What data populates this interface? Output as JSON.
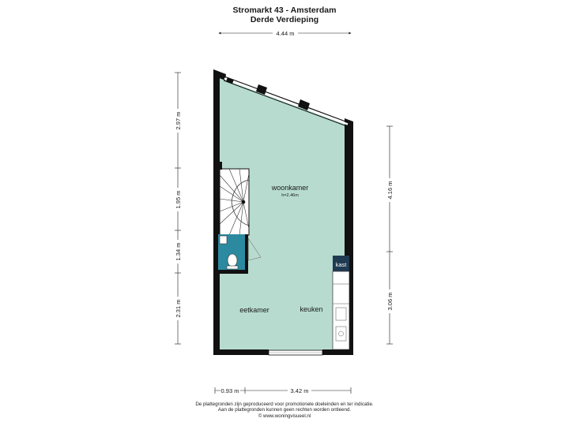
{
  "header": {
    "title": "Stromarkt 43 - Amsterdam",
    "subtitle": "Derde Verdieping"
  },
  "dimensions": {
    "top_width": "4.44 m",
    "left_1": "2.97 m",
    "left_2": "1.95 m",
    "left_3": "1.34 m",
    "left_4": "2.31 m",
    "right_1": "4.16 m",
    "right_2": "3.06 m",
    "bottom_1": "0.93 m",
    "bottom_2": "3.42 m"
  },
  "rooms": {
    "living": "woonkamer",
    "living_height": "h=2.46m",
    "dining": "eetkamer",
    "kitchen": "keuken",
    "cabinet": "kast"
  },
  "footer": {
    "line1": "De plattegronden zijn geproduceerd voor promotionele doeleinden en ter indicatie.",
    "line2": "Aan de plattegronden kunnen geen rechten worden ontleend.",
    "line3": "© www.woningvisueel.nl"
  },
  "colors": {
    "floor": "#b7dccf",
    "wall": "#111111",
    "bathroom": "#2b8aa0",
    "cabinet": "#1f3b52"
  }
}
